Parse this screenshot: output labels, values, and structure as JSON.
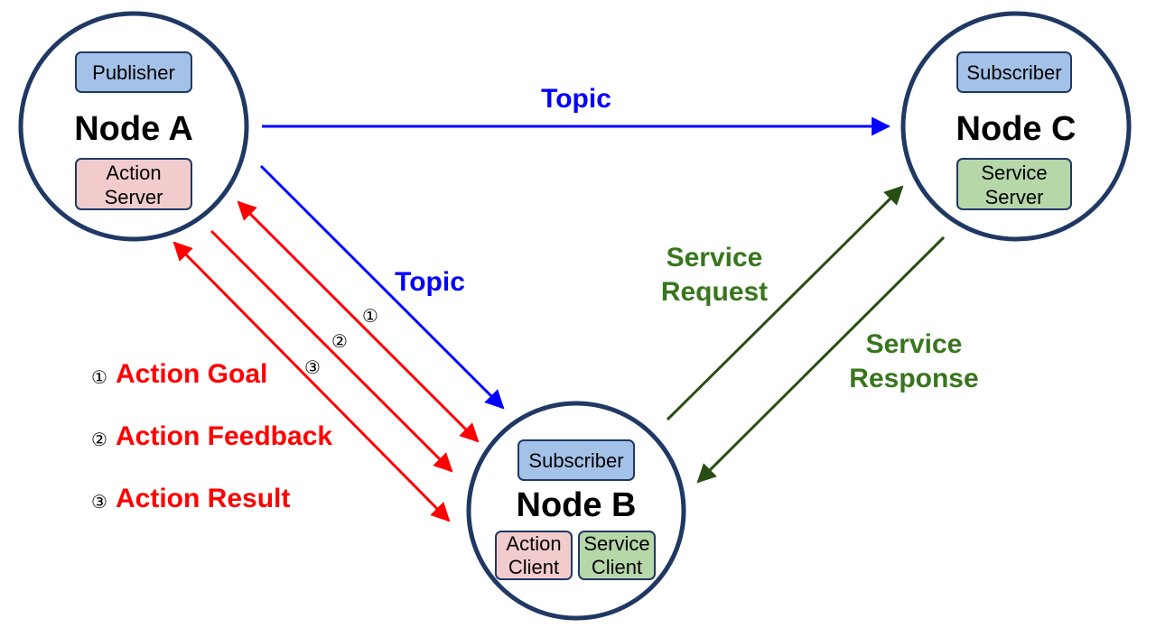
{
  "colors": {
    "node_border": "#1f3864",
    "publisher_fill": "#a4c2e8",
    "subscriber_fill": "#a4c2e8",
    "action_fill": "#f2cccc",
    "service_fill": "#b6d7a8",
    "box_border": "#203864",
    "topic": "#0000ff",
    "action": "#ff0000",
    "service_arrow": "#274e13",
    "service_label": "#38761d"
  },
  "nodes": {
    "a": {
      "title": "Node A",
      "publisher": "Publisher",
      "action_server": [
        "Action",
        "Server"
      ]
    },
    "b": {
      "title": "Node B",
      "subscriber": "Subscriber",
      "action_client": [
        "Action",
        "Client"
      ],
      "service_client": [
        "Service",
        "Client"
      ]
    },
    "c": {
      "title": "Node C",
      "subscriber": "Subscriber",
      "service_server": [
        "Service",
        "Server"
      ]
    }
  },
  "edges": {
    "topic_a_to_c": "Topic",
    "topic_a_to_b": "Topic",
    "service_request": [
      "Service",
      "Request"
    ],
    "service_response": [
      "Service",
      "Response"
    ],
    "action_markers": [
      "①",
      "②",
      "③"
    ]
  },
  "legend": {
    "items": [
      {
        "num": "①",
        "label": "Action Goal"
      },
      {
        "num": "②",
        "label": "Action Feedback"
      },
      {
        "num": "③",
        "label": "Action Result"
      }
    ]
  }
}
